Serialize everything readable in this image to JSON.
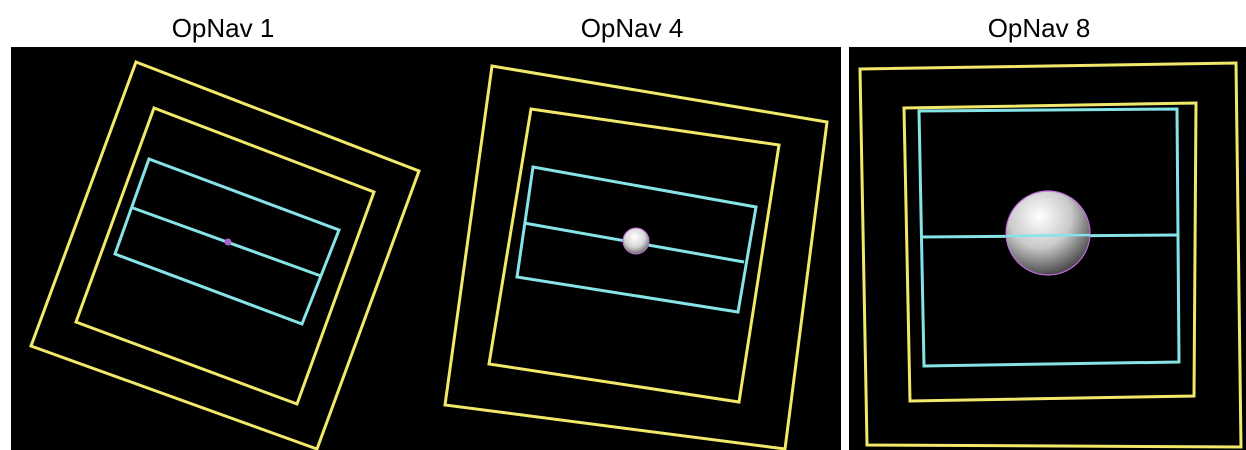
{
  "panels": [
    {
      "title": "OpNav 1"
    },
    {
      "title": "OpNav 4"
    },
    {
      "title": "OpNav 8"
    }
  ],
  "colors": {
    "background": "#000000",
    "outer_frame": "#f2e96a",
    "sensor_frame": "#86e3e6",
    "body_rim": "#c06ad8"
  }
}
